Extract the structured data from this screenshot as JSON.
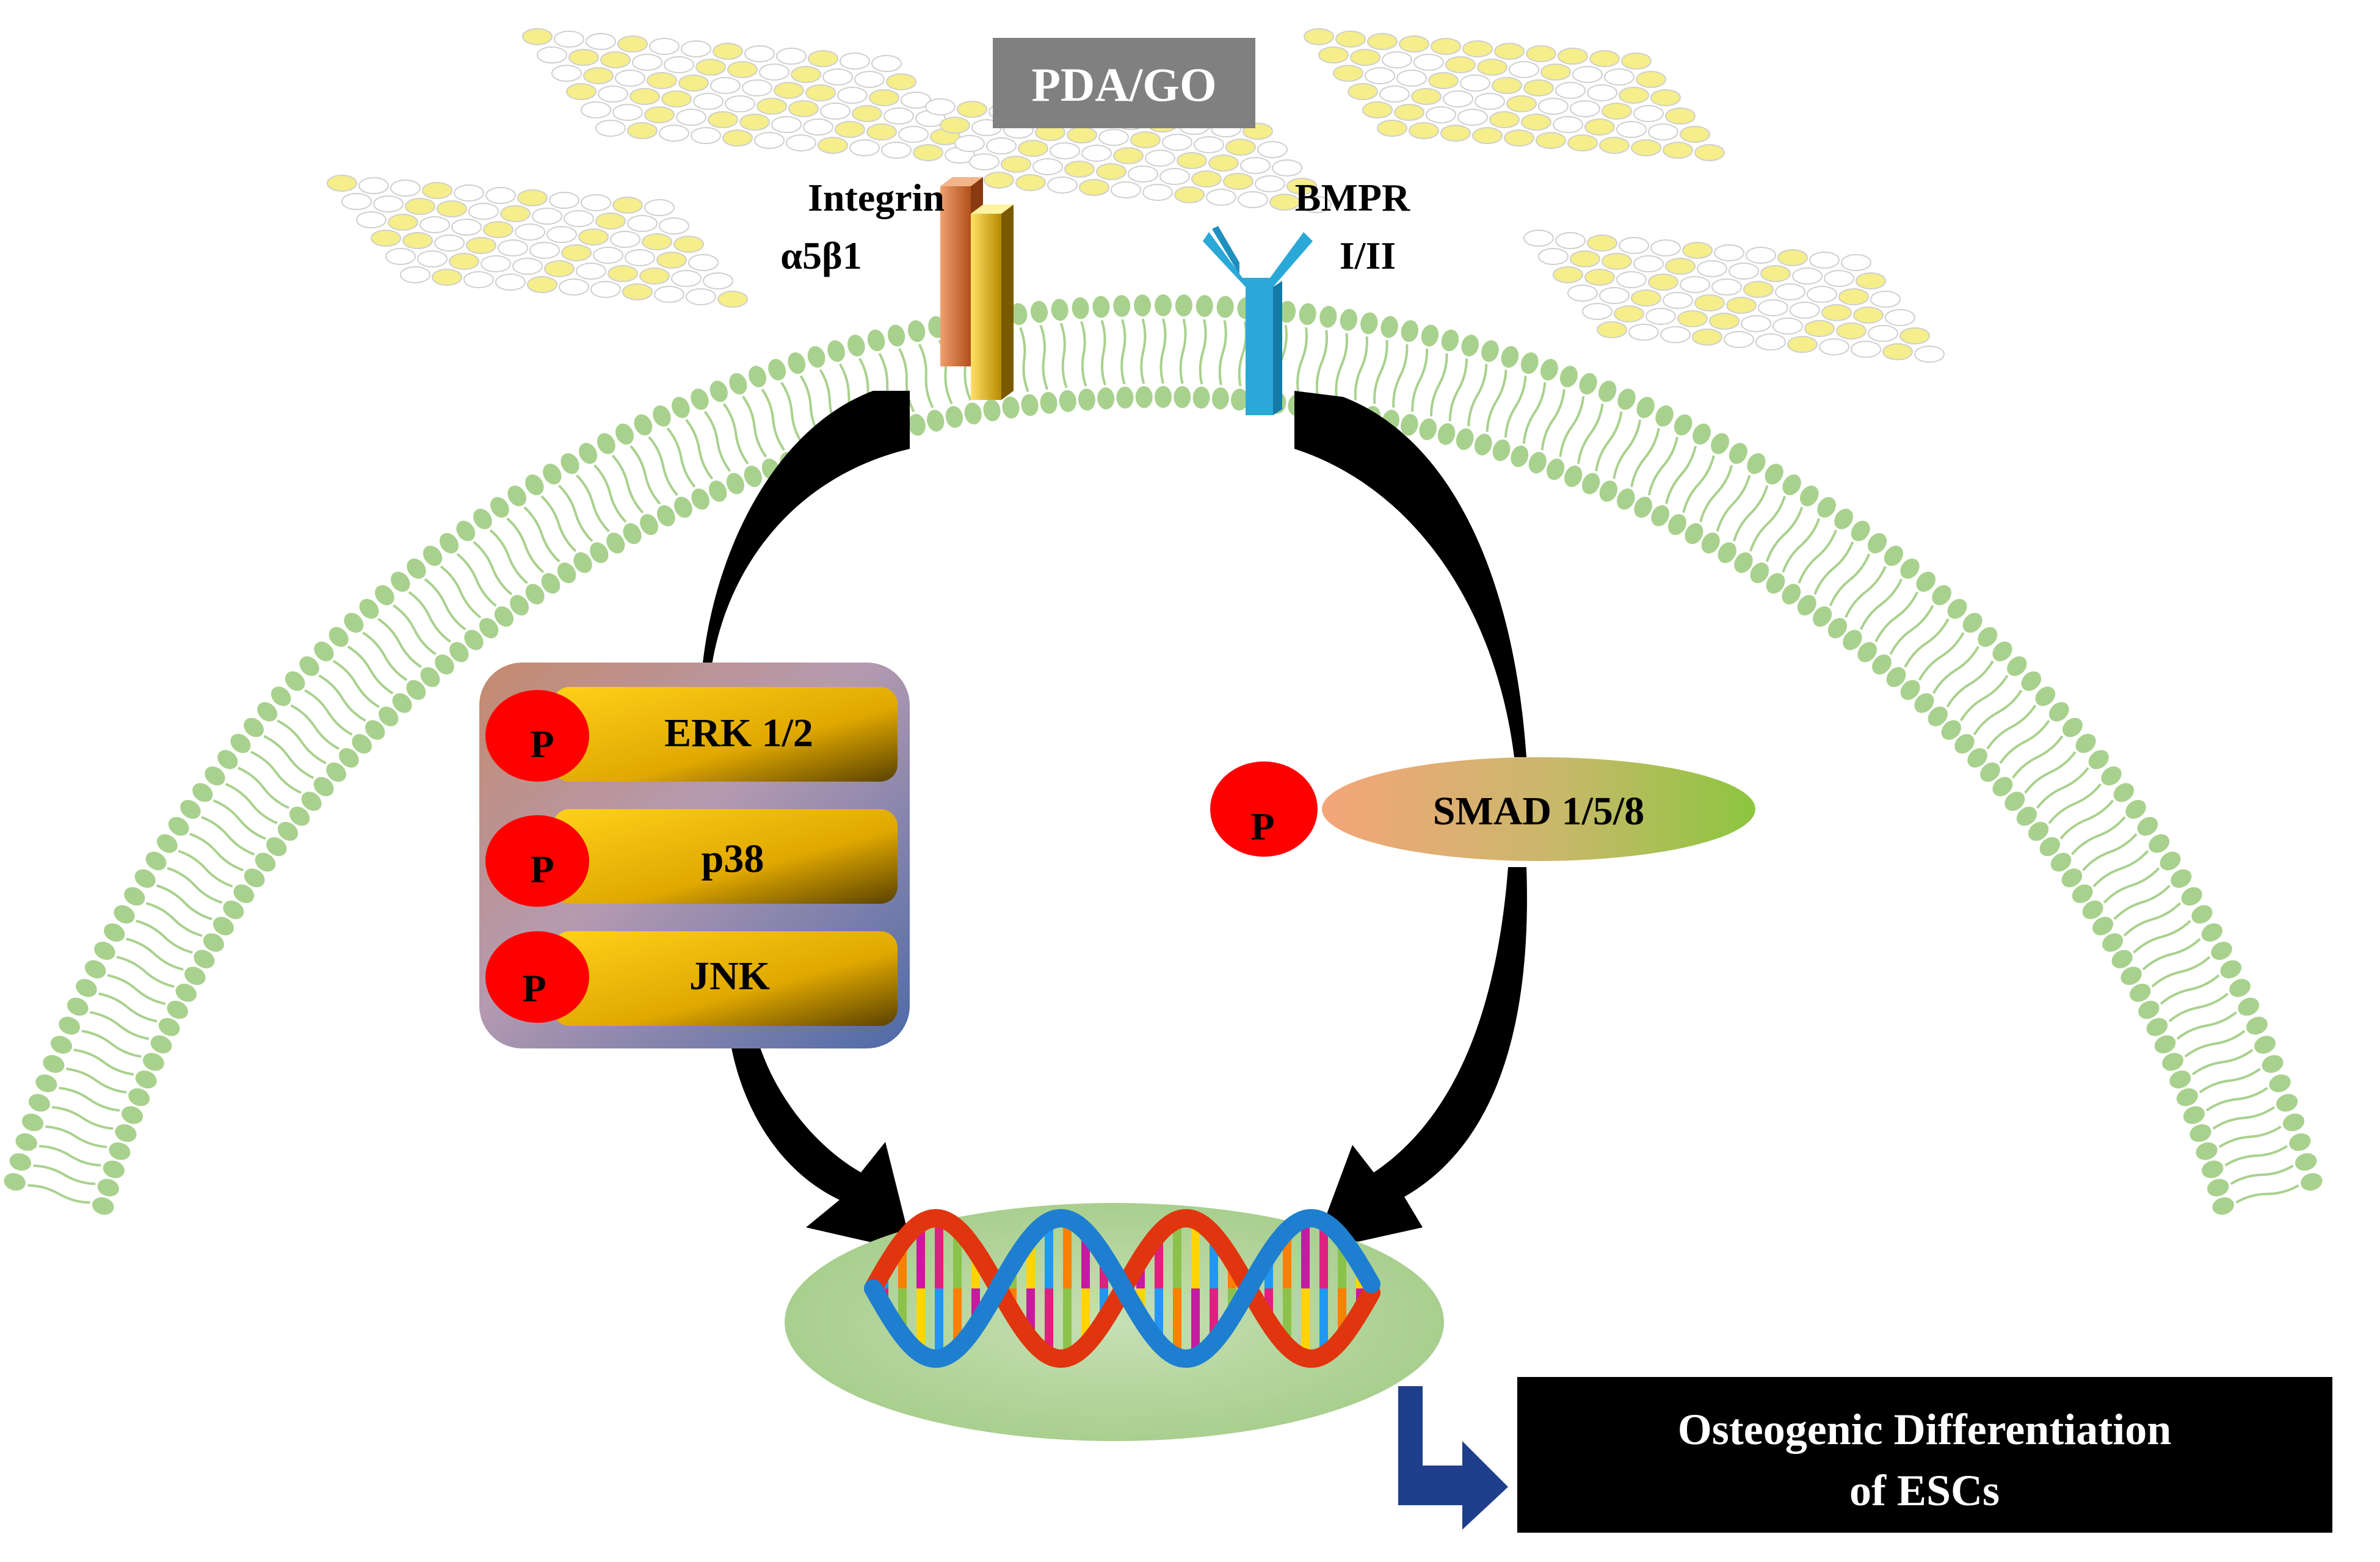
{
  "labels": {
    "material": "PDA/GO",
    "integrin_line1": "Integrin",
    "integrin_line2": "α5β1",
    "bmpr_line1": "BMPR",
    "bmpr_line2": "I/II",
    "erk": "ERK 1/2",
    "p38": "p38",
    "jnk": "JNK",
    "smad": "SMAD 1/5/8",
    "phospho": "P",
    "outcome_line1": "Osteogenic Differentiation",
    "outcome_line2": "of ESCs"
  },
  "colors": {
    "membrane": "#a9d18e",
    "graphene_cell": "#f5ee8a",
    "material_box": "#808080",
    "kinase_bar": "#f2b705",
    "phospho_circle": "#ff0000",
    "receptor_bmpr": "#2aa9d8",
    "nucleus": "#b5d6a0",
    "outcome_box": "#000000",
    "arrow": "#000000",
    "bent_arrow": "#1f3f8c"
  },
  "icons": {
    "dna": "dna-double-helix-icon",
    "integrin": "integrin-receptor-icon",
    "bmpr": "bmpr-receptor-icon"
  }
}
